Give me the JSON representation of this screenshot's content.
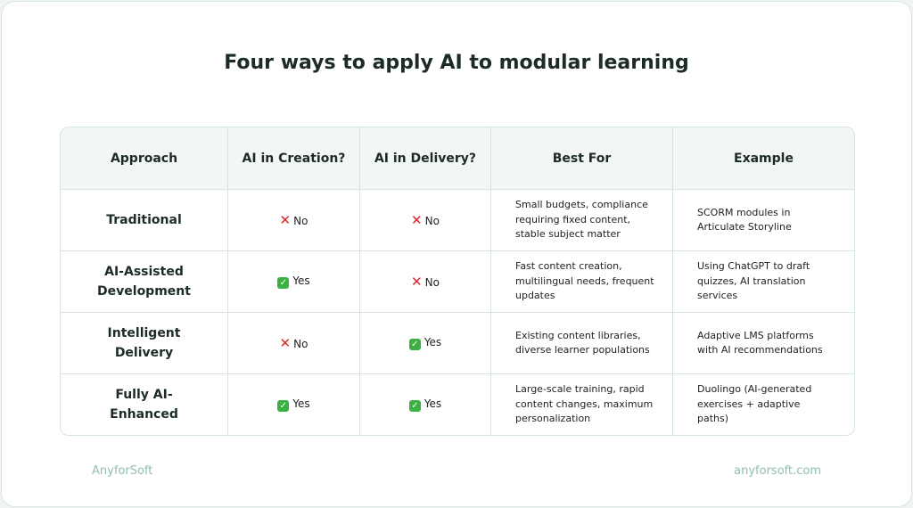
{
  "title": "Four ways to apply AI to modular learning",
  "headers": [
    "Approach",
    "AI in Creation?",
    "AI in Delivery?",
    "Best For",
    "Example"
  ],
  "rows": [
    {
      "approach": "Traditional",
      "creation": "No",
      "creation_ok": false,
      "delivery": "No",
      "delivery_ok": false,
      "best_for": "Small budgets, compliance requiring fixed content, stable subject matter",
      "example": "SCORM modules in Articulate Storyline"
    },
    {
      "approach": "AI-Assisted Development",
      "creation": "Yes",
      "creation_ok": true,
      "delivery": "No",
      "delivery_ok": false,
      "best_for": "Fast content creation, multilingual needs, frequent updates",
      "example": "Using ChatGPT to draft quizzes, AI translation services"
    },
    {
      "approach": "Intelligent Delivery",
      "creation": "No",
      "creation_ok": false,
      "delivery": "Yes",
      "delivery_ok": true,
      "best_for": "Existing content libraries, diverse learner populations",
      "example": "Adaptive LMS platforms with AI recommendations"
    },
    {
      "approach": "Fully AI-Enhanced",
      "creation": "Yes",
      "creation_ok": true,
      "delivery": "Yes",
      "delivery_ok": true,
      "best_for": "Large-scale training, rapid content changes, maximum personalization",
      "example": "Duolingo (AI-generated exercises + adaptive paths)"
    }
  ],
  "footer": {
    "brand": "AnyforSoft",
    "url": "anyforsoft.com"
  },
  "colors": {
    "no": "#d9262c",
    "yes": "#3cb043",
    "footer": "#8fbfae"
  }
}
